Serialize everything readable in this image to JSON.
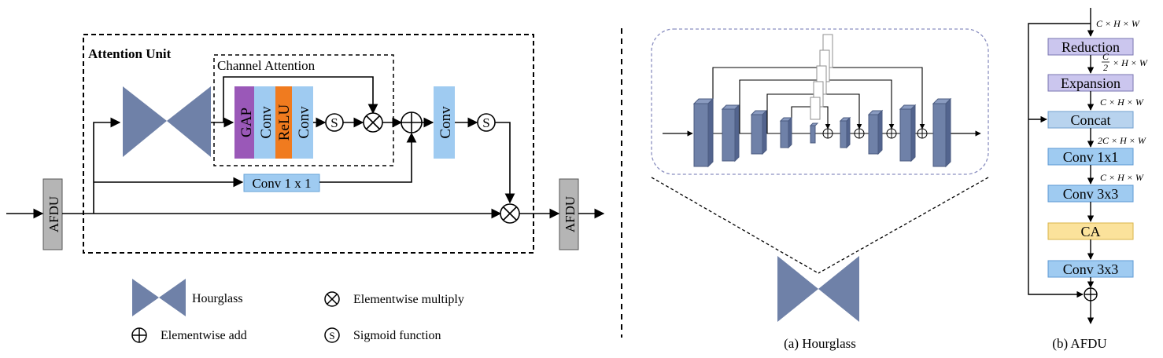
{
  "colors": {
    "hourglass": "#6f81a8",
    "afdu_box": "#b5b5b5",
    "conv_box": "#9fcbf1",
    "gap_box": "#9a58b8",
    "relu_box": "#f07b1f",
    "reduction_box": "#cbc6ee",
    "concat_box": "#b8d3ee",
    "ca_box": "#fbe29b",
    "unet_block": "#6f81a8"
  },
  "left": {
    "attention_unit_title": "Attention Unit",
    "channel_attention_title": "Channel Attention",
    "afdu_in": "AFDU",
    "afdu_out": "AFDU",
    "gap": "GAP",
    "conv_a": "Conv",
    "relu": "ReLU",
    "conv_b": "Conv",
    "conv_main": "Conv",
    "conv_1x1": "Conv 1 x 1",
    "sigmoid_symbol": "S",
    "legend": {
      "hourglass": "Hourglass",
      "multiply": "Elementwise multiply",
      "add": "Elementwise add",
      "sigmoid": "Sigmoid function"
    }
  },
  "middle": {
    "caption": "(a) Hourglass"
  },
  "right": {
    "caption": "(b) AFDU",
    "boxes": {
      "reduction": "Reduction",
      "expansion": "Expansion",
      "concat": "Concat",
      "conv1x1": "Conv 1x1",
      "conv3x3_a": "Conv 3x3",
      "ca": "CA",
      "conv3x3_b": "Conv 3x3"
    },
    "dims": {
      "d1": "C × H × W",
      "d2_frac_num": "C",
      "d2_frac_den": "2",
      "d2_rest": "× H × W",
      "d3": "C × H × W",
      "d4": "2C × H × W",
      "d5": "C × H × W"
    }
  }
}
